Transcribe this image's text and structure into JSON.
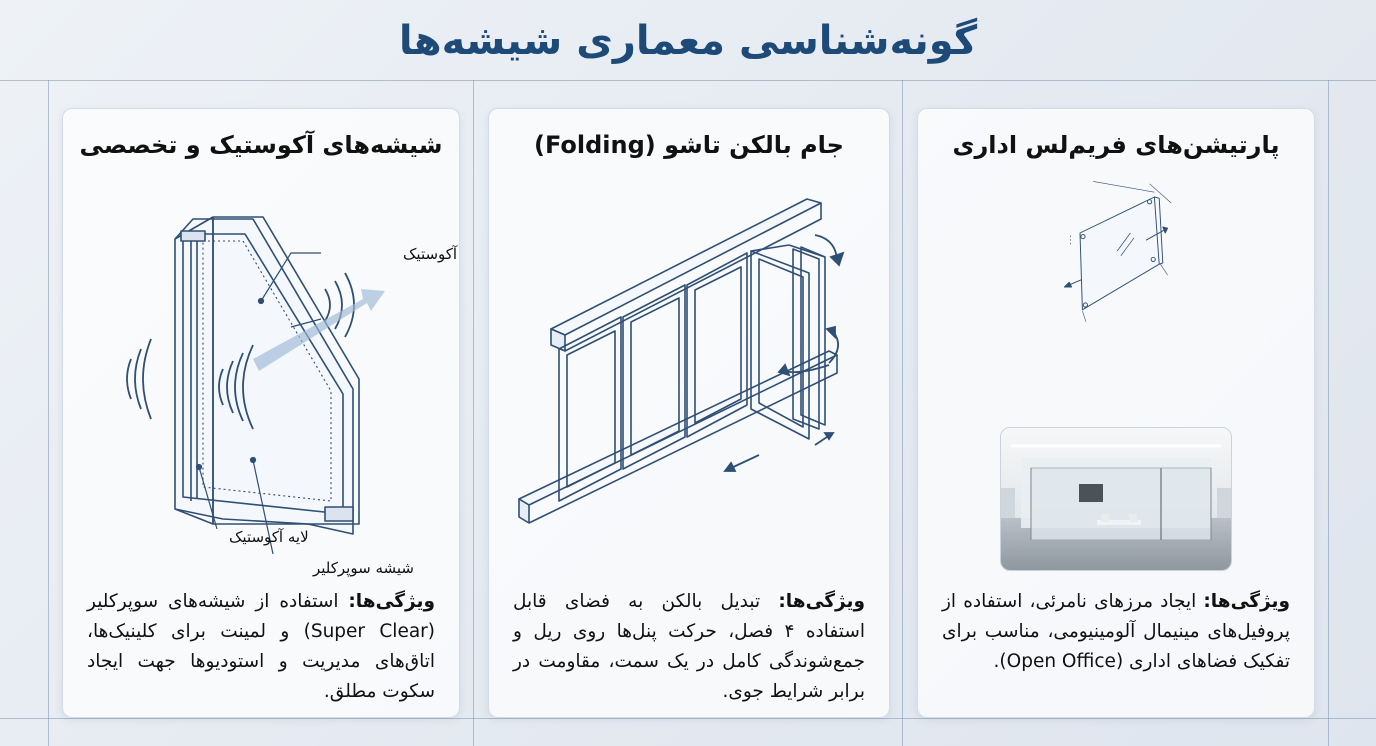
{
  "title": "گونه‌شناسی معماری شیشه‌ها",
  "panels": {
    "left": {
      "heading": "شیشه‌های آکوستیک و تخصصی",
      "labels": {
        "acoustic_layer_top": "لایه آکوستیک",
        "acoustic_layer_bottom": "لایه آکوستیک",
        "super_clear_glass": "شیشه سوپرکلیر"
      },
      "features_label": "ویژگی‌ها:",
      "features_text": "استفاده از شیشه‌های سوپرکلیر (Super Clear) و لمینت برای کلینیک‌ها، اتاق‌های مدیریت و استودیوها جهت ایجاد سکوت مطلق."
    },
    "middle": {
      "heading": "جام بالکن تاشو (Folding)",
      "features_label": "ویژگی‌ها:",
      "features_text": "تبدیل بالکن به فضای قابل استفاده ۴ فصل، حرکت پنل‌ها روی ریل و جمع‌شوندگی کامل در یک سمت، مقاومت در برابر شرایط جوی."
    },
    "right": {
      "heading": "پارتیشن‌های فریم‌لس اداری",
      "features_label": "ویژگی‌ها:",
      "features_text": "ایجاد مرزهای نامرئی، استفاده از پروفیل‌های مینیمال آلومینیومی، مناسب برای تفکیک فضاهای اداری (Open Office)."
    }
  },
  "colors": {
    "title": "#1e4a78",
    "line": "#2f4f74",
    "accent": "#7fa3c9"
  }
}
